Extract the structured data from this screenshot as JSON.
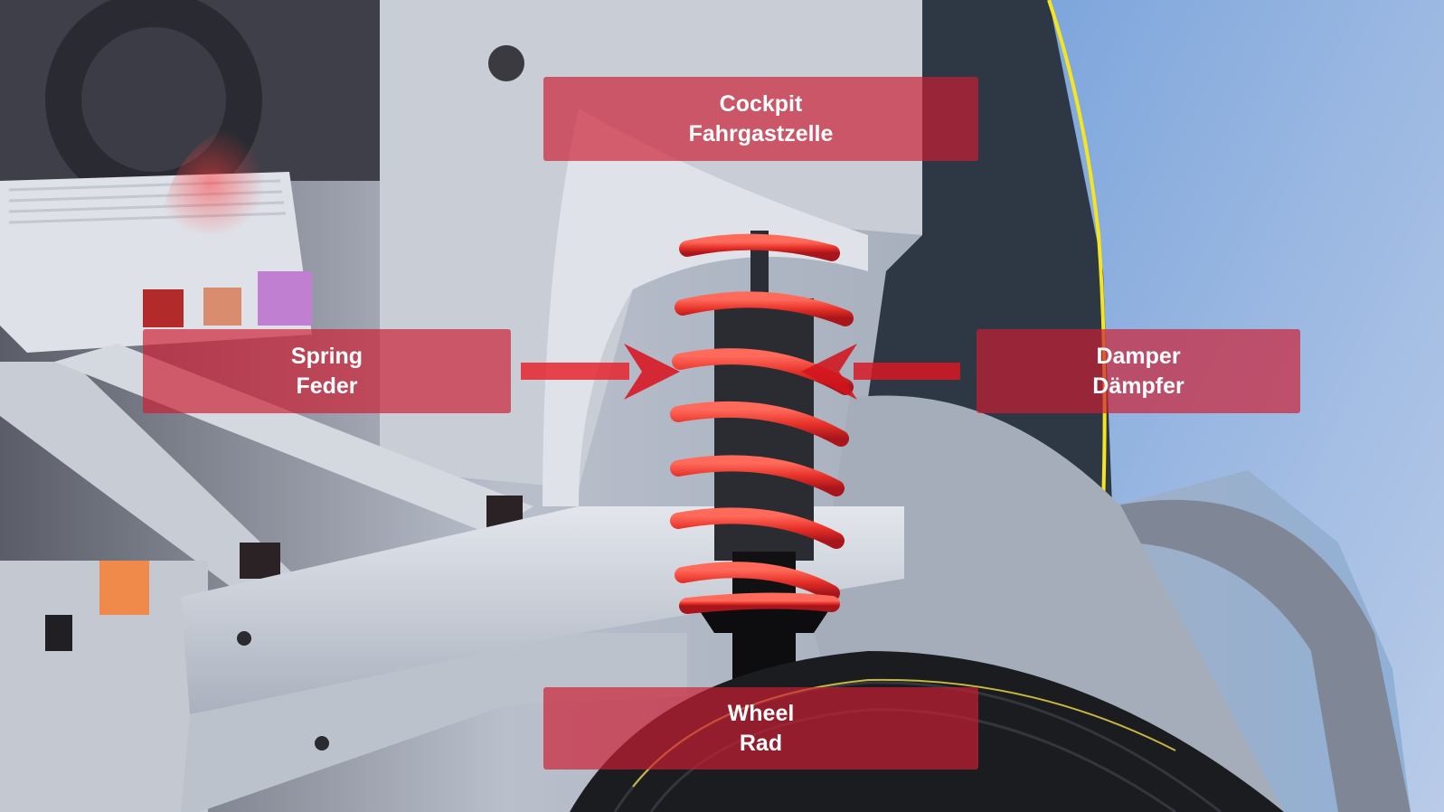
{
  "figure": {
    "subject": "Car front suspension strut assembly photo with overlay labels",
    "accent_color": "#cd1e32",
    "labels": {
      "cockpit": {
        "en": "Cockpit",
        "de": "Fahrgastzelle"
      },
      "spring": {
        "en": "Spring",
        "de": "Feder"
      },
      "damper": {
        "en": "Damper",
        "de": "Dämpfer"
      },
      "wheel": {
        "en": "Wheel",
        "de": "Rad"
      }
    },
    "arrows": [
      {
        "from": "spring",
        "direction": "right",
        "points_to": "coil-spring"
      },
      {
        "from": "damper",
        "direction": "left",
        "points_to": "shock-absorber"
      }
    ]
  }
}
